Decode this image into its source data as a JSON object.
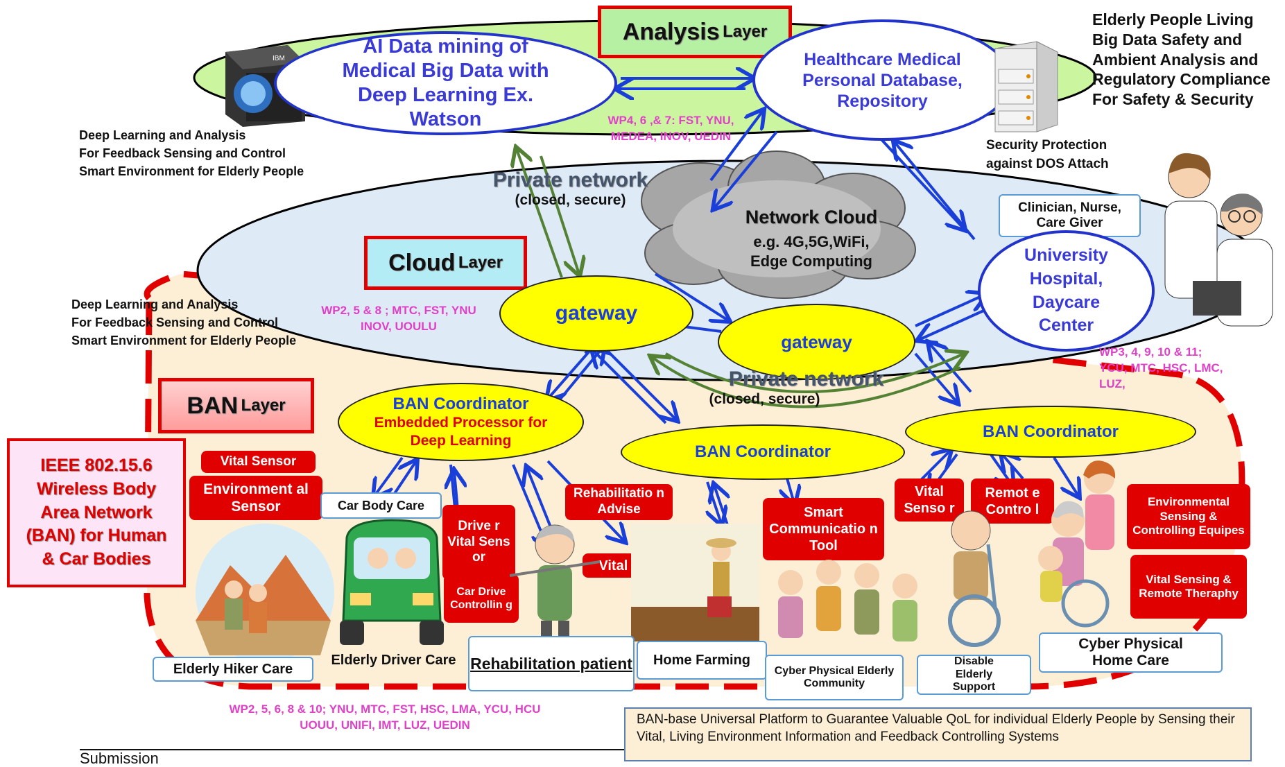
{
  "colors": {
    "analysis_fill": "#ccf5a0",
    "cloud_fill": "#deeaf6",
    "ban_fill": "#fdefd6",
    "accent_red": "#e00000",
    "blue_text": "#3a3ad6",
    "gateway_fill": "#ffff00",
    "wp_magenta": "#e040c8",
    "arrow_blue": "#1a3fd8",
    "arrow_green": "#548235"
  },
  "layers": {
    "analysis": {
      "main": "Analysis",
      "sub": "Layer"
    },
    "cloud": {
      "main": "Cloud",
      "sub": "Layer"
    },
    "ban": {
      "main": "BAN",
      "sub": "Layer"
    }
  },
  "nodes": {
    "ai_mining": "AI Data mining of Medical Big Data with Deep Learning Ex. Watson",
    "healthcare_db": "Healthcare Medical   Personal Database, Repository",
    "network_cloud_title": "Network Cloud",
    "network_cloud_sub": "e.g. 4G,5G,WiFi, Edge Computing",
    "university": "University Hospital, Daycare Center",
    "clinician": "Clinician, Nurse, Care Giver",
    "gateway_1": "gateway",
    "gateway_2": "gateway",
    "ban_coord_1_title": "BAN Coordinator",
    "ban_coord_1_sub": "Embedded Processor for Deep Learning",
    "ban_coord_2": "BAN Coordinator",
    "ban_coord_3": "BAN Coordinator"
  },
  "network_labels": {
    "private_1_title": "Private network",
    "private_1_sub": "(closed, secure)",
    "private_2_title": "Private network",
    "private_2_sub": "(closed, secure)"
  },
  "notes": {
    "top_right": "Elderly People Living Big Data Safety and Ambient Analysis and Regulatory Compliance For Safety & Security",
    "security": "Security Protection against DOS Attach",
    "deep_learning_1": [
      "Deep Learning and Analysis",
      "For Feedback Sensing and Control",
      "Smart Environment for Elderly People"
    ],
    "deep_learning_2": [
      "Deep Learning and Analysis",
      "For Feedback Sensing and Control",
      "Smart Environment for Elderly People"
    ],
    "ieee": "IEEE 802.15.6 Wireless Body Area Network (BAN) for Human & Car Bodies",
    "submission": "Submission",
    "platform": "BAN-base Universal Platform to Guarantee  Valuable QoL for individual Elderly People by Sensing their Vital, Living Environment Information and Feedback Controlling Systems"
  },
  "wp": {
    "wp_top": [
      "WP4, 6 ,& 7: FST, YNU,",
      "MEDEA, INOV, UEDIN"
    ],
    "wp_cloud": [
      "WP2, 5 & 8 ;  MTC,  FST, YNU",
      "INOV, UOULU"
    ],
    "wp_right": [
      "WP3, 4, 9, 10 & 11;",
      "YCU, MTC, HSC, LMC,",
      "LUZ,"
    ],
    "wp_bottom": [
      "WP2, 5, 6, 8 & 10; YNU, MTC, FST, HSC, LMA, YCU, HCU",
      "UOUU, UNIFI, IMT, LUZ, UEDIN"
    ]
  },
  "red_labels": {
    "vital_sensor": "Vital Sensor",
    "env_sensor": "Environment al Sensor",
    "driver_vital": "Drive r Vital Sens or",
    "car_drive": "Car Drive Controllin g",
    "rehab_advise": "Rehabilitatio n Advise",
    "vital_sensing": "Vital Sensing",
    "smart_comm": "Smart Communicatio n Tool",
    "vital_senso": "Vital Senso r",
    "remote_control": "Remot e Contro l",
    "env_controlling": "Environmental Sensing & Controlling Equipes",
    "vital_remote": "Vital Sensing & Remote Theraphy"
  },
  "captions": {
    "car_body": "Car Body Care",
    "hiker": "Elderly Hiker Care",
    "driver": "Elderly Driver Care",
    "rehab_patient": "Rehabilitation patient",
    "home_farming": "Home Farming",
    "cyber_community": "Cyber Physical Elderly Community",
    "disable_support": "Disable Elderly Support",
    "cyber_home": "Cyber Physical Home Care"
  },
  "icons": {
    "ibm_server": "ibm-server-icon",
    "server_rack": "server-rack-icon",
    "clinicians": "clinicians-icon",
    "hikers": "hikers-icon",
    "car": "car-icon",
    "rehab": "rehab-patient-icon",
    "farmer": "farmer-icon",
    "community": "community-icon",
    "wheelchair": "wheelchair-icon",
    "family": "family-icon"
  }
}
